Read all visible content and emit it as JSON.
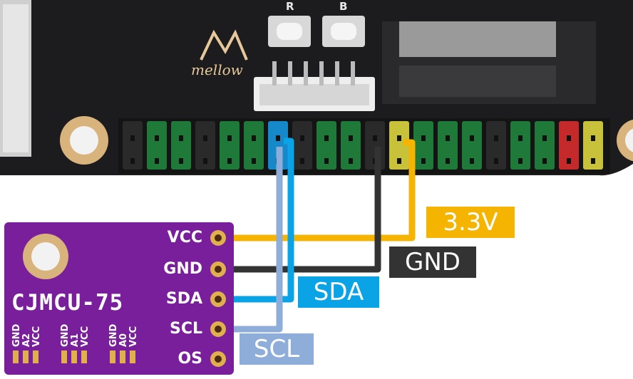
{
  "board": {
    "brand": "mellow",
    "button_labels": [
      "R",
      "B"
    ],
    "colors": {
      "pcb": "#1c1c1e",
      "hole_ring": "#d9b37c",
      "connector": "#eeeeee"
    }
  },
  "header_pins": {
    "colors": [
      "black",
      "green",
      "green",
      "black",
      "green",
      "green",
      "blue",
      "black",
      "green",
      "green",
      "black",
      "yellow",
      "green",
      "green",
      "green",
      "black",
      "green",
      "green",
      "red",
      "yellow"
    ]
  },
  "wires": [
    {
      "name": "3.3V",
      "color": "#f5b400",
      "text_color": "#ffffff"
    },
    {
      "name": "GND",
      "color": "#333333",
      "text_color": "#ffffff"
    },
    {
      "name": "SDA",
      "color": "#0aa3e6",
      "text_color": "#ffffff"
    },
    {
      "name": "SCL",
      "color": "#8fadd9",
      "text_color": "#ffffff"
    }
  ],
  "module": {
    "title": "CJMCU-75",
    "pins": [
      "VCC",
      "GND",
      "SDA",
      "SCL",
      "OS"
    ],
    "jumper_groups": [
      [
        "GND",
        "A2",
        "VCC"
      ],
      [
        "GND",
        "A1",
        "VCC"
      ],
      [
        "GND",
        "A0",
        "VCC"
      ]
    ],
    "color": "#7a1f9c"
  }
}
